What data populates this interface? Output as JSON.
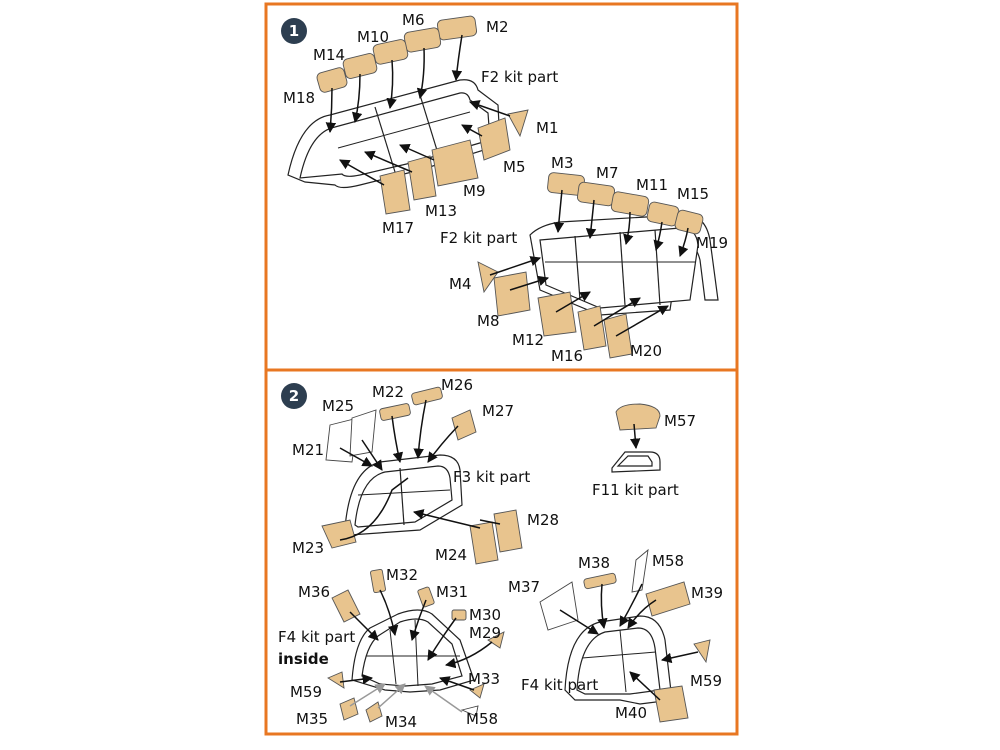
{
  "colors": {
    "border": "#e87722",
    "mask_fill": "#e8c48e",
    "badge": "#2d3e50"
  },
  "steps": [
    {
      "number": "1",
      "labels": {
        "m1": "M1",
        "m2": "M2",
        "m3": "M3",
        "m4": "M4",
        "m5": "M5",
        "m6": "M6",
        "m7": "M7",
        "m8": "M8",
        "m9": "M9",
        "m10": "M10",
        "m11": "M11",
        "m12": "M12",
        "m13": "M13",
        "m14": "M14",
        "m15": "M15",
        "m16": "M16",
        "m17": "M17",
        "m18": "M18",
        "m19": "M19",
        "m20": "M20",
        "f2_top": "F2 kit part",
        "f2_bottom": "F2 kit part"
      }
    },
    {
      "number": "2",
      "labels": {
        "m21": "M21",
        "m22": "M22",
        "m23": "M23",
        "m24": "M24",
        "m25": "M25",
        "m26": "M26",
        "m27": "M27",
        "m28": "M28",
        "m29": "M29",
        "m30": "M30",
        "m31": "M31",
        "m32": "M32",
        "m33": "M33",
        "m34": "M34",
        "m35": "M35",
        "m36": "M36",
        "m37": "M37",
        "m38": "M38",
        "m39": "M39",
        "m40": "M40",
        "m57": "M57",
        "m58_a": "M58",
        "m58_b": "M58",
        "m59_a": "M59",
        "m59_b": "M59",
        "f3": "F3 kit part",
        "f11": "F11 kit part",
        "f4_left": "F4 kit part",
        "f4_left_note": "inside",
        "f4_right": "F4 kit part"
      }
    }
  ]
}
